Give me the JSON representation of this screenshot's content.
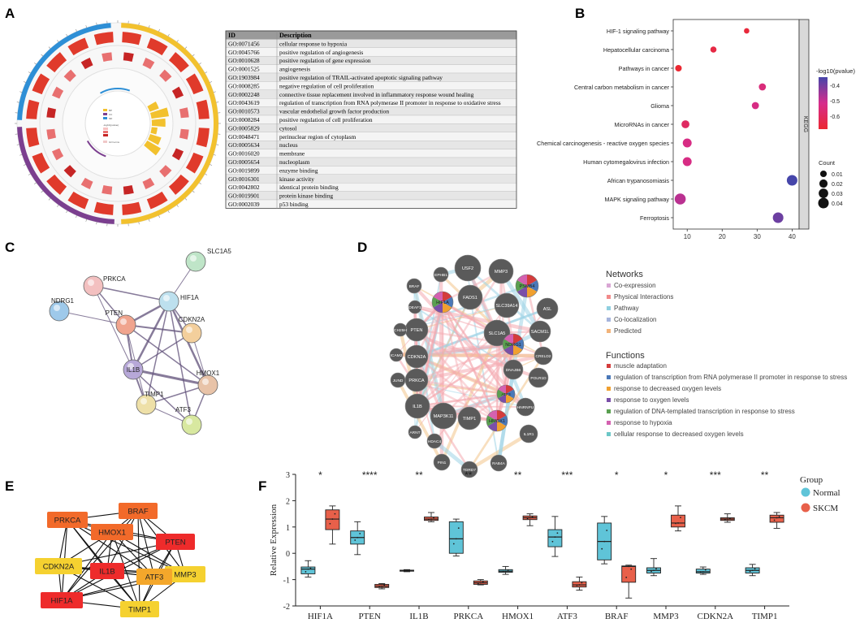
{
  "panels": {
    "A": "A",
    "B": "B",
    "C": "C",
    "D": "D",
    "E": "E",
    "F": "F"
  },
  "colors": {
    "ppi_red": "#ee2b2b",
    "ppi_orange": "#f26a2a",
    "ppi_gold": "#f4a72b",
    "ppi_yellow": "#f5d130",
    "normal": "#5fc4d8",
    "skcm": "#e8604a",
    "pink_edge": "#f4a9b0",
    "blue_edge": "#9fd3e6",
    "orange_edge": "#f3c48a",
    "grey_node": "#5a5a5a",
    "circos_blue": "#2e8fd6",
    "circos_purple": "#7b3f8f",
    "circos_yellow": "#f2c12e",
    "circos_red": "#e03a2b"
  },
  "go_table": {
    "headers": [
      "ID",
      "Description"
    ],
    "rows": [
      [
        "GO:0071456",
        "cellular response to hypoxia"
      ],
      [
        "GO:0045766",
        "positive regulation of angiogenesis"
      ],
      [
        "GO:0010628",
        "positive regulation of gene expression"
      ],
      [
        "GO:0001525",
        "angiogenesis"
      ],
      [
        "GO:1903984",
        "positive regulation of TRAIL-activated apoptotic signaling pathway"
      ],
      [
        "GO:0008285",
        "negative regulation of cell proliferation"
      ],
      [
        "GO:0002248",
        "connective tissue replacement involved in inflammatory response wound healing"
      ],
      [
        "GO:0043619",
        "regulation of transcription from RNA polymerase II promoter in response to oxidative stress"
      ],
      [
        "GO:0010573",
        "vascular endothelial growth factor production"
      ],
      [
        "GO:0008284",
        "positive regulation of cell proliferation"
      ],
      [
        "GO:0005829",
        "cytosol"
      ],
      [
        "GO:0048471",
        "perinuclear region of cytoplasm"
      ],
      [
        "GO:0005634",
        "nucleus"
      ],
      [
        "GO:0016020",
        "membrane"
      ],
      [
        "GO:0005654",
        "nucleoplasm"
      ],
      [
        "GO:0019899",
        "enzyme binding"
      ],
      [
        "GO:0016301",
        "kinase activity"
      ],
      [
        "GO:0042802",
        "identical protein binding"
      ],
      [
        "GO:0019901",
        "protein kinase binding"
      ],
      [
        "GO:0002039",
        "p53 binding"
      ]
    ]
  },
  "circos_legend": [
    "BP",
    "CC",
    "MF",
    "-log10(pvalue)",
    "GO terms"
  ],
  "kegg_dots": {
    "type": "scatter",
    "title": "",
    "ylabel": "",
    "facet_label": "KEGG",
    "xlim": [
      6,
      42
    ],
    "xticks": [
      10,
      20,
      30,
      40
    ],
    "categories": [
      "HIF-1 signaling pathway",
      "Hepatocellular carcinoma",
      "Pathways in cancer",
      "Central carbon metabolism in cancer",
      "Glioma",
      "MicroRNAs in cancer",
      "Chemical carcinogenesis - reactive oxygen species",
      "Human cytomegalovirus infection",
      "African trypanosomiasis",
      "MAPK signaling pathway",
      "Ferroptosis"
    ],
    "x": [
      27,
      17.5,
      7.5,
      31.5,
      29.5,
      9.5,
      10,
      10,
      40,
      8,
      36
    ],
    "count": [
      0.005,
      0.008,
      0.01,
      0.013,
      0.013,
      0.018,
      0.025,
      0.025,
      0.04,
      0.045,
      0.04
    ],
    "neglog10p": [
      -0.7,
      -0.68,
      -0.72,
      -0.57,
      -0.55,
      -0.62,
      -0.55,
      -0.55,
      -0.35,
      -0.5,
      -0.4
    ],
    "color_legend_title": "-log10(pvalue)",
    "color_ticks": [
      "-0.4",
      "-0.5",
      "-0.6"
    ],
    "size_legend_title": "Count",
    "size_ticks": [
      "0.01",
      "0.02",
      "0.03",
      "0.04"
    ]
  },
  "string_net": {
    "nodes": [
      "SLC1A5",
      "PRKCA",
      "HIF1A",
      "NDRG1",
      "PTEN",
      "CDKN2A",
      "IL1B",
      "HMOX1",
      "TIMP1",
      "ATF3"
    ]
  },
  "genemania": {
    "nodes": [
      "USF2",
      "MMP3",
      "EPHB1",
      "PSMB4",
      "BRAF",
      "FADS1",
      "HIF1A",
      "SLC39A14",
      "ASL",
      "DEAF1",
      "PTEN",
      "SLC1A5",
      "SACM1L",
      "CH25H",
      "NDRG1",
      "CRELD2",
      "CDKN2A",
      "ICAM2",
      "DNAJB6",
      "PRKCA",
      "POLR1D",
      "JUND",
      "IL1B",
      "ATF3",
      "MAP3K11",
      "HNRNPU",
      "TIMP1",
      "HMOX1",
      "ARNT",
      "IL1R1",
      "HDAC4",
      "PIN1",
      "TDRD7",
      "RAB4A"
    ],
    "networks_title": "Networks",
    "networks": [
      "Co-expression",
      "Physical Interactions",
      "Pathway",
      "Co-localization",
      "Predicted"
    ],
    "networks_colors": [
      "#d9a6d4",
      "#f28a8a",
      "#8fcfe0",
      "#a5b4dc",
      "#f2b37a"
    ],
    "functions_title": "Functions",
    "functions": [
      "muscle adaptation",
      "regulation of transcription from RNA polymerase II promoter in response to stress",
      "response to decreased oxygen levels",
      "response to oxygen levels",
      "regulation of DNA-templated transcription in response to stress",
      "response to hypoxia",
      "cellular response to decreased oxygen levels"
    ],
    "functions_colors": [
      "#d43c3c",
      "#4a78b8",
      "#f0a030",
      "#7a4fa8",
      "#5aa050",
      "#d461b0",
      "#6cc7c7"
    ]
  },
  "hub_net": {
    "nodes": [
      "BRAF",
      "PRKCA",
      "PTEN",
      "HMOX1",
      "CDKN2A",
      "MMP3",
      "IL1B",
      "ATF3",
      "HIF1A",
      "TIMP1"
    ]
  },
  "box_chart": {
    "type": "box",
    "title": "",
    "xlabel": "",
    "ylabel": "Relative Expression",
    "ylim": [
      -2,
      3
    ],
    "yticks": [
      -2,
      -1,
      0,
      1,
      2,
      3
    ],
    "categories": [
      "HIF1A",
      "PTEN",
      "IL1B",
      "PRKCA",
      "HMOX1",
      "ATF3",
      "BRAF",
      "MMP3",
      "CDKN2A",
      "TIMP1"
    ],
    "significance": [
      "*",
      "****",
      "**",
      "**",
      "**",
      "***",
      "*",
      "*",
      "***",
      "**"
    ],
    "legend_title": "Group",
    "series": [
      {
        "name": "Normal",
        "boxes": [
          {
            "min": -0.9,
            "q1": -0.78,
            "median": -0.6,
            "q3": -0.52,
            "max": -0.28
          },
          {
            "min": -0.05,
            "q1": 0.35,
            "median": 0.6,
            "q3": 0.85,
            "max": 1.2
          },
          {
            "min": -0.7,
            "q1": -0.68,
            "median": -0.66,
            "q3": -0.64,
            "max": -0.62
          },
          {
            "min": -0.1,
            "q1": 0.0,
            "median": 0.55,
            "q3": 1.2,
            "max": 1.3
          },
          {
            "min": -0.8,
            "q1": -0.72,
            "median": -0.68,
            "q3": -0.62,
            "max": -0.5
          },
          {
            "min": -0.12,
            "q1": 0.25,
            "median": 0.62,
            "q3": 0.9,
            "max": 1.4
          },
          {
            "min": -0.4,
            "q1": -0.25,
            "median": 0.45,
            "q3": 1.15,
            "max": 1.4
          },
          {
            "min": -0.85,
            "q1": -0.75,
            "median": -0.65,
            "q3": -0.55,
            "max": -0.2
          },
          {
            "min": -0.8,
            "q1": -0.75,
            "median": -0.7,
            "q3": -0.6,
            "max": -0.52
          },
          {
            "min": -0.85,
            "q1": -0.75,
            "median": -0.65,
            "q3": -0.55,
            "max": -0.42
          }
        ]
      },
      {
        "name": "SKCM",
        "boxes": [
          {
            "min": 0.35,
            "q1": 0.9,
            "median": 1.3,
            "q3": 1.65,
            "max": 1.8
          },
          {
            "min": -1.35,
            "q1": -1.3,
            "median": -1.25,
            "q3": -1.18,
            "max": -1.15
          },
          {
            "min": 1.2,
            "q1": 1.25,
            "median": 1.3,
            "q3": 1.38,
            "max": 1.55
          },
          {
            "min": -1.2,
            "q1": -1.18,
            "median": -1.12,
            "q3": -1.05,
            "max": -1.0
          },
          {
            "min": 1.05,
            "q1": 1.28,
            "median": 1.35,
            "q3": 1.42,
            "max": 1.5
          },
          {
            "min": -1.4,
            "q1": -1.28,
            "median": -1.2,
            "q3": -1.08,
            "max": -0.9
          },
          {
            "min": -1.7,
            "q1": -1.1,
            "median": -0.5,
            "q3": -0.48,
            "max": -0.45
          },
          {
            "min": 0.85,
            "q1": 1.0,
            "median": 1.15,
            "q3": 1.45,
            "max": 1.8
          },
          {
            "min": 1.18,
            "q1": 1.25,
            "median": 1.3,
            "q3": 1.35,
            "max": 1.5
          },
          {
            "min": 0.95,
            "q1": 1.18,
            "median": 1.35,
            "q3": 1.45,
            "max": 1.55
          }
        ]
      }
    ]
  }
}
